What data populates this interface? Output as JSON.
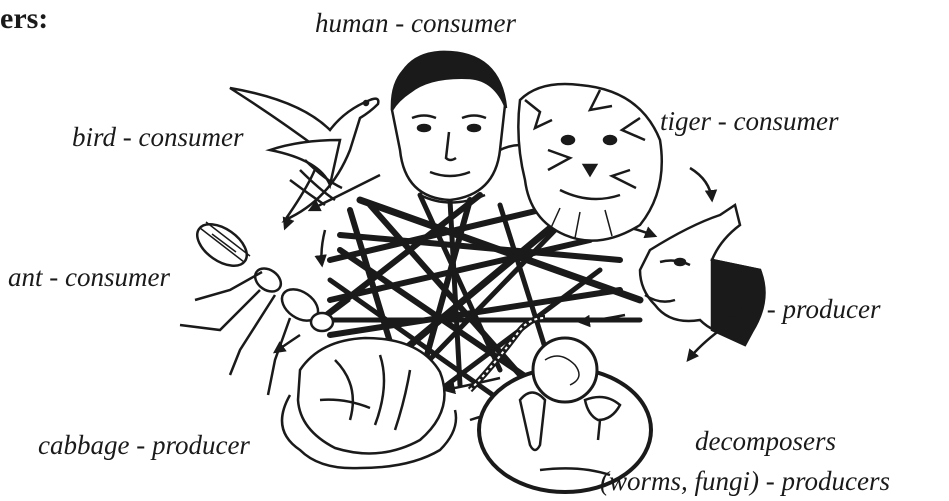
{
  "heading_fragment": "ers:",
  "labels": {
    "human": "human - consumer",
    "tiger": "tiger - consumer",
    "bird": "bird - consumer",
    "ant": "ant - consumer",
    "deer": "deer - producer",
    "cabbage": "cabbage - producer",
    "decomposers_line1": "decomposers",
    "decomposers_line2": "(worms, fungi) - producers"
  },
  "colors": {
    "ink": "#1a1a1a",
    "background": "#ffffff"
  }
}
